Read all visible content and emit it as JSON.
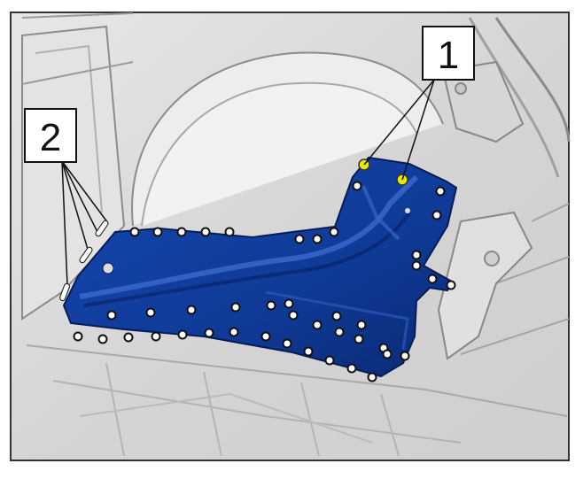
{
  "callouts": [
    {
      "label": "1",
      "target": "yellow-mount-points"
    },
    {
      "label": "2",
      "target": "left-edge-welds"
    }
  ],
  "colors": {
    "panel": "#0f3a97",
    "panel_dark": "#0a2a73",
    "highlight": "#e6e800",
    "background": "#d9d9d9",
    "weld_fill": "#ffffff",
    "weld_ring": "#111111"
  }
}
